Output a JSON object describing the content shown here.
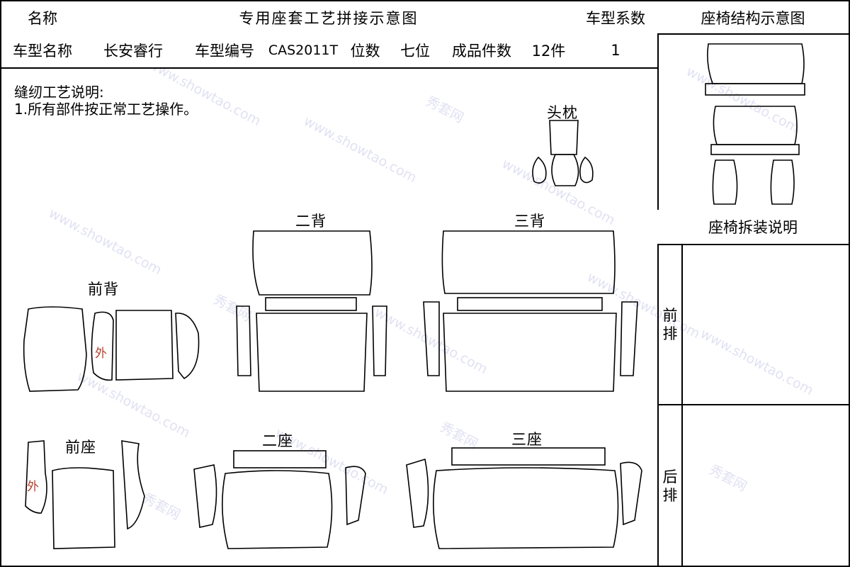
{
  "header": {
    "name_label": "名称",
    "title": "专用座套工艺拼接示意图",
    "coef_label": "车型系数",
    "structure_title": "座椅结构示意图"
  },
  "info": {
    "model_name_label": "车型名称",
    "model_name": "长安睿行",
    "model_code_label": "车型编号",
    "model_code": "CAS2011T",
    "seats_label": "位数",
    "seats": "七位",
    "pieces_label": "成品件数",
    "pieces": "12件",
    "coef_value": "1"
  },
  "notes": {
    "heading": "缝纫工艺说明:",
    "line1": "1.所有部件按正常工艺操作。"
  },
  "parts": {
    "headrest": "头枕",
    "second_back": "二背",
    "third_back": "三背",
    "front_back": "前背",
    "front_seat": "前座",
    "second_seat": "二座",
    "third_seat": "三座",
    "outer_mark": "外"
  },
  "side_panel": {
    "disassembly_title": "座椅拆装说明",
    "front_row": "前排",
    "rear_row": "后排"
  },
  "watermark": {
    "brand": "秀套网",
    "url": "www.showtao.com"
  },
  "colors": {
    "line": "#000000",
    "outer_mark": "#b5402c",
    "watermark": "#c9c9ea"
  }
}
